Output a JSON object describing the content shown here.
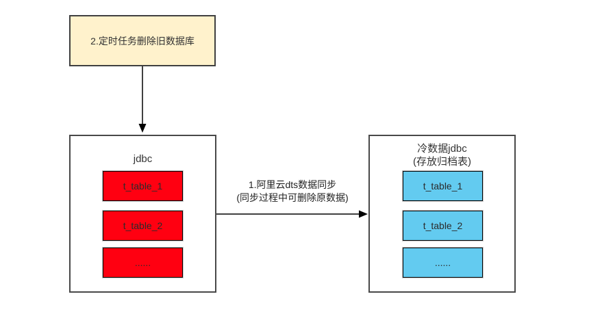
{
  "diagram": {
    "note": {
      "label": "2.定时任务删除旧数据库"
    },
    "hot_db": {
      "title": "jdbc",
      "tables": [
        {
          "label": "t_table_1"
        },
        {
          "label": "t_table_2"
        },
        {
          "label": "......"
        }
      ]
    },
    "cold_db": {
      "title_line1": "冷数据jdbc",
      "title_line2": "(存放归档表)",
      "tables": [
        {
          "label": "t_table_1"
        },
        {
          "label": "t_table_2"
        },
        {
          "label": "......"
        }
      ]
    },
    "sync": {
      "label_line1": "1.阿里云dts数据同步",
      "label_line2": "(同步过程中可删除原数据)"
    },
    "colors": {
      "background": "#ffffff",
      "note_fill": "#fff2cc",
      "hot_table_fill": "#ff0011",
      "cold_table_fill": "#63cbf0",
      "shape_border": "#404040",
      "table_border": "#000000",
      "text": "#333333",
      "arrow": "#000000"
    }
  }
}
